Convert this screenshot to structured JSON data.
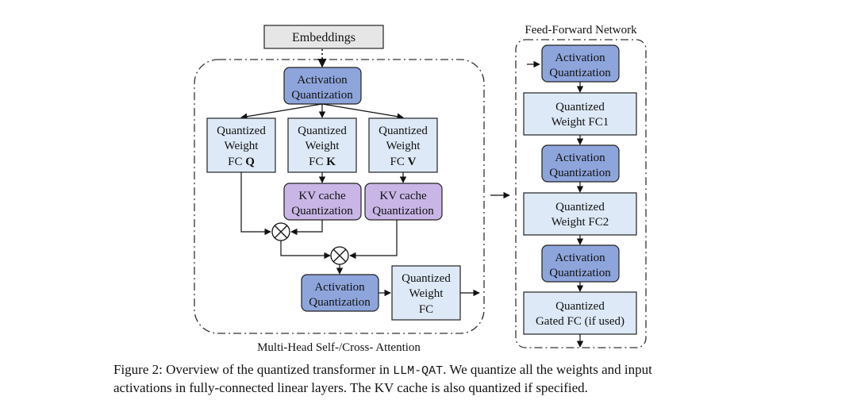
{
  "attention": {
    "group_label": "Multi-Head Self-/Cross- Attention",
    "embeddings": "Embeddings",
    "act_quant_top": [
      "Activation",
      "Quantization"
    ],
    "fc_q": [
      "Quantized",
      "Weight",
      "FC ",
      "Q"
    ],
    "fc_k": [
      "Quantized",
      "Weight",
      "FC ",
      "K"
    ],
    "fc_v": [
      "Quantized",
      "Weight",
      "FC ",
      "V"
    ],
    "kv_k": [
      "KV cache",
      "Quantization"
    ],
    "kv_v": [
      "KV cache",
      "Quantization"
    ],
    "act_quant_bottom": [
      "Activation",
      "Quantization"
    ],
    "fc_out": [
      "Quantized",
      "Weight",
      "FC"
    ],
    "multiply_symbol": "⊗"
  },
  "ffn": {
    "group_label": "Feed-Forward Network",
    "act_quant_1": [
      "Activation",
      "Quantization"
    ],
    "fc1": [
      "Quantized",
      "Weight FC1"
    ],
    "act_quant_2": [
      "Activation",
      "Quantization"
    ],
    "fc2": [
      "Quantized",
      "Weight FC2"
    ],
    "act_quant_3": [
      "Activation",
      "Quantization"
    ],
    "gated_fc": [
      "Quantized",
      "Gated FC (if used)"
    ]
  },
  "caption": {
    "prefix": "Figure 2: Overview of the quantized transformer in ",
    "code": "LLM-QAT",
    "middle": ". We quantize all the weights and input",
    "line2": "activations in fully-connected linear layers. The KV cache is also quantized if specified."
  },
  "colors": {
    "activation_fill": "#8ea5dc",
    "weight_fill": "#dde9f6",
    "kv_fill": "#c9b6e6",
    "embeddings_fill": "#e6e6e6",
    "stroke": "#222222"
  }
}
